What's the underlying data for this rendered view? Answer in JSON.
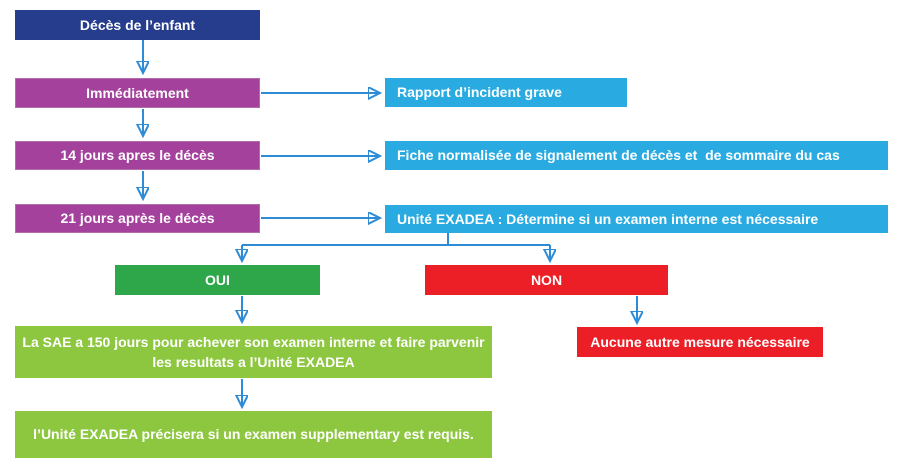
{
  "colors": {
    "dark_blue": "#263D8E",
    "purple": "#A3419C",
    "cyan": "#29ABE2",
    "green": "#2EA74B",
    "light_green": "#8DC63F",
    "red": "#EC1E26",
    "arrow_blue": "#2E8CD6"
  },
  "nodes": {
    "deces": {
      "label": "Décès de l’enfant"
    },
    "immediatement": {
      "label": "Immédiatement"
    },
    "j14": {
      "label": "14 jours apres le décès"
    },
    "j21": {
      "label": "21 jours après le décès"
    },
    "rapport": {
      "label": "Rapport d’incident grave"
    },
    "fiche": {
      "label": "Fiche normalisée de signalement de décès et  de sommaire du cas"
    },
    "exadea": {
      "label": "Unité EXADEA : Détermine si un examen interne est nécessaire"
    },
    "oui": {
      "label": "OUI"
    },
    "non": {
      "label": "NON"
    },
    "sae": {
      "line1": "La SAE a 150 jours pour achever son examen interne et faire parvenir",
      "line2": "les resultats a l’Unité EXADEA"
    },
    "precisera": {
      "label": "l’Unité EXADEA précisera si un examen supplementary est requis."
    },
    "aucune": {
      "label": "Aucune autre mesure nécessaire"
    }
  }
}
